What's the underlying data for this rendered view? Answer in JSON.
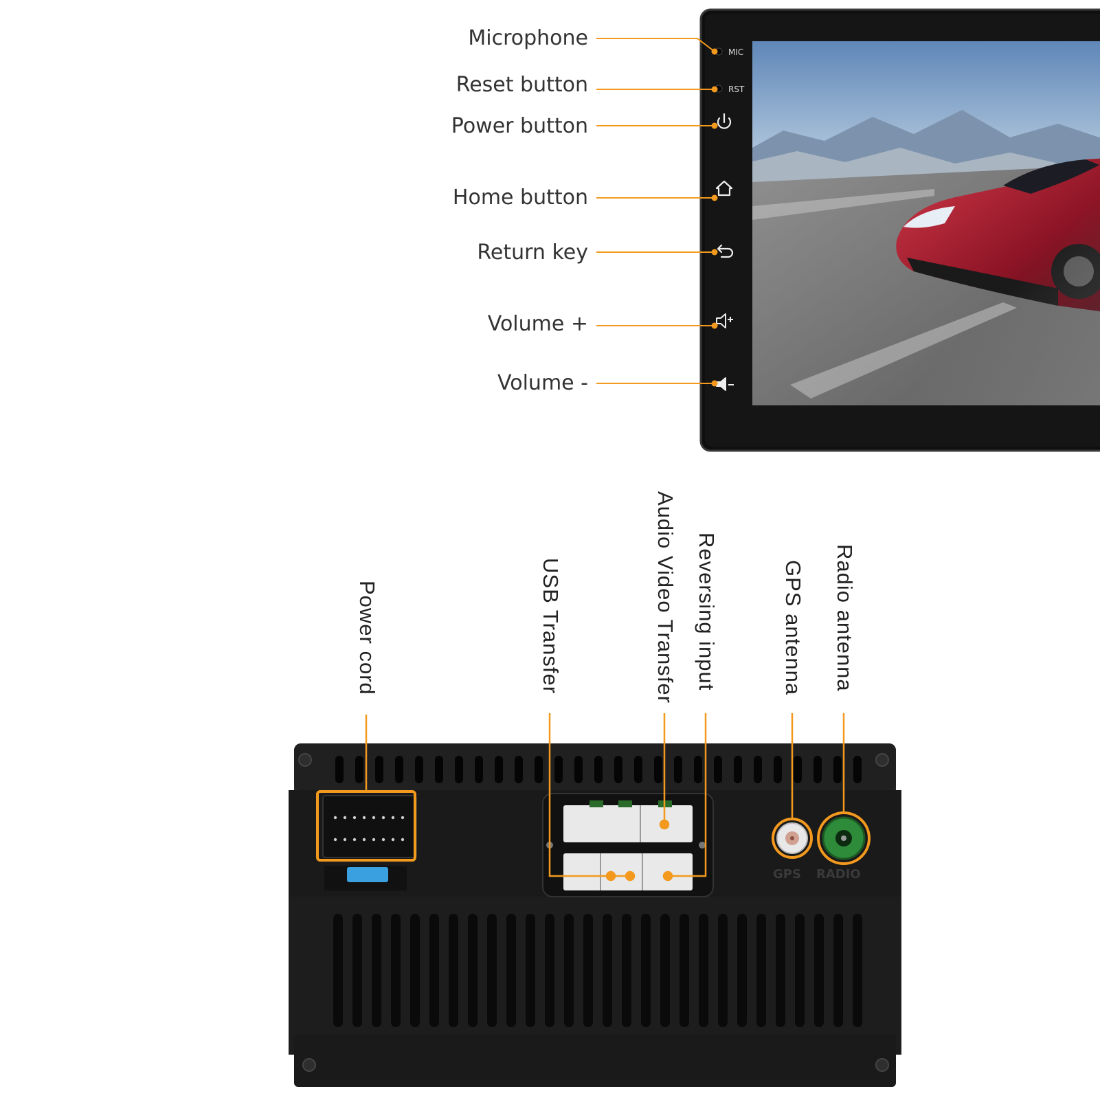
{
  "front_panel": {
    "callouts": [
      {
        "name": "microphone",
        "label": "Microphone"
      },
      {
        "name": "reset-button",
        "label": "Reset button"
      },
      {
        "name": "power-button",
        "label": "Power button"
      },
      {
        "name": "home-button",
        "label": "Home button"
      },
      {
        "name": "return-key",
        "label": "Return key"
      },
      {
        "name": "volume-up",
        "label": "Volume +"
      },
      {
        "name": "volume-down",
        "label": "Volume -"
      }
    ],
    "bezel_text": {
      "mic": "MIC",
      "rst": "RST"
    },
    "icons": [
      "power-icon",
      "home-icon",
      "return-icon",
      "volume-up-icon",
      "volume-down-icon"
    ]
  },
  "back_panel": {
    "callouts": [
      {
        "name": "power-cord",
        "label": "Power cord"
      },
      {
        "name": "usb-transfer",
        "label": "USB Transfer"
      },
      {
        "name": "audio-video-transfer",
        "label": "Audio  Video Transfer"
      },
      {
        "name": "reversing-input",
        "label": "Reversing input"
      },
      {
        "name": "gps-antenna",
        "label": "GPS antenna"
      },
      {
        "name": "radio-antenna",
        "label": "Radio antenna"
      }
    ],
    "port_text": {
      "gps": "GPS",
      "radio": "RADIO"
    }
  },
  "colors": {
    "callout": "#f39a1e",
    "label_text": "#333333",
    "unit_body": "#1c1c1c",
    "radio_port": "#2e8b3a"
  }
}
